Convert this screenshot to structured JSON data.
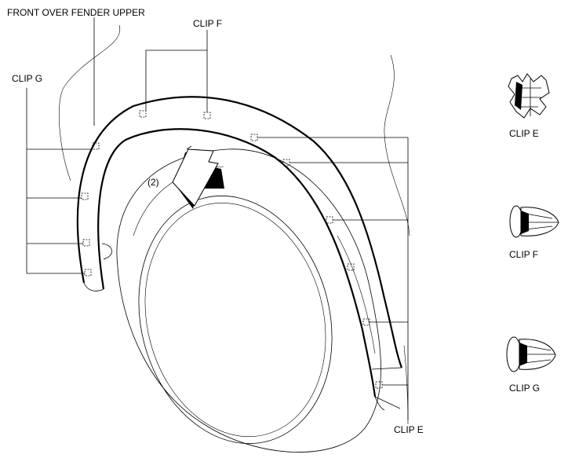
{
  "labels": {
    "front_over_fender_upper": "FRONT OVER FENDER UPPER",
    "clip_f_top": "CLIP F",
    "clip_g_left": "CLIP G",
    "clip_e_bottom": "CLIP E",
    "arrow_callout": "(2)",
    "legend_clip_e": "CLIP E",
    "legend_clip_f": "CLIP F",
    "legend_clip_g": "CLIP G"
  }
}
